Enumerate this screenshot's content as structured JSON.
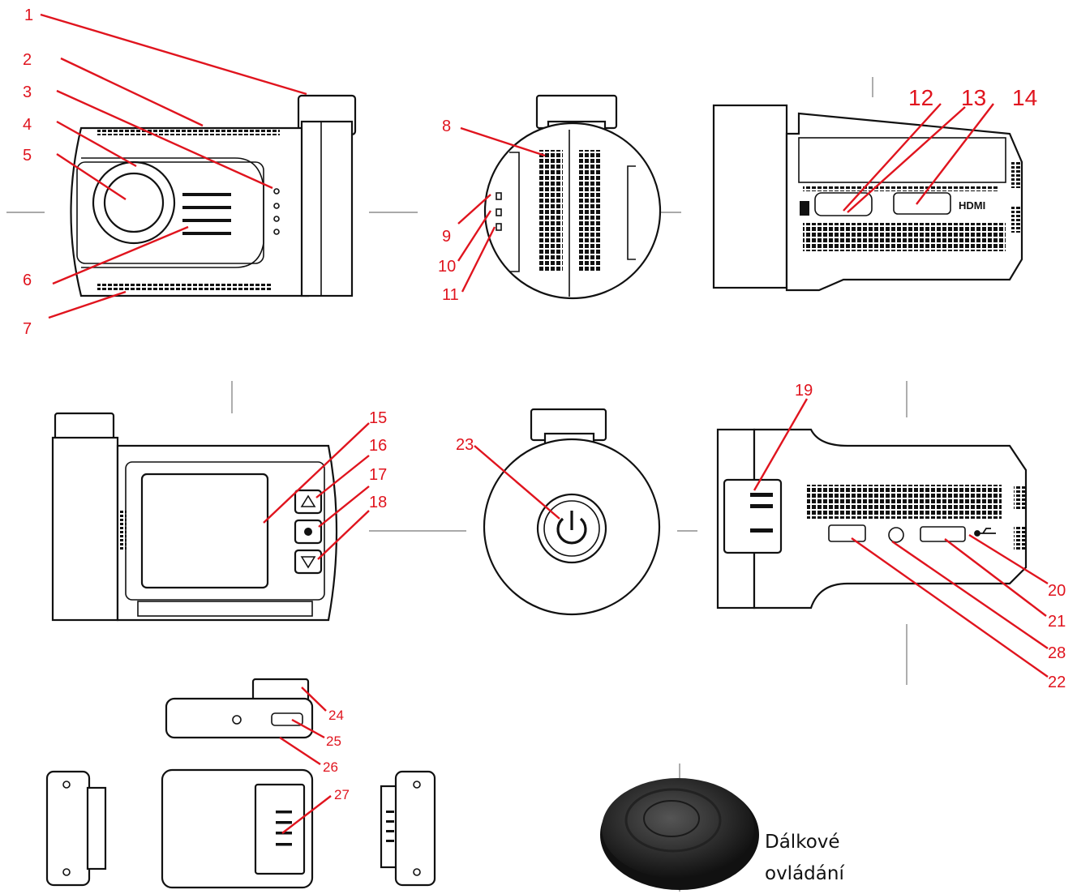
{
  "colors": {
    "callout": "#e0141e",
    "outline": "#111111",
    "remote": "#2a2a2a"
  },
  "callouts": [
    "1",
    "2",
    "3",
    "4",
    "5",
    "6",
    "7",
    "8",
    "9",
    "10",
    "11",
    "12",
    "13",
    "14",
    "15",
    "16",
    "17",
    "18",
    "19",
    "20",
    "21",
    "22",
    "23",
    "24",
    "25",
    "26",
    "27",
    "28"
  ],
  "port_label": "HDMI",
  "remote_caption": {
    "line1": "Dálkové",
    "line2": "ovládání"
  },
  "icons": [
    "power-icon",
    "up-arrow-icon",
    "down-arrow-icon",
    "record-icon",
    "usb-icon",
    "registered-icon"
  ]
}
